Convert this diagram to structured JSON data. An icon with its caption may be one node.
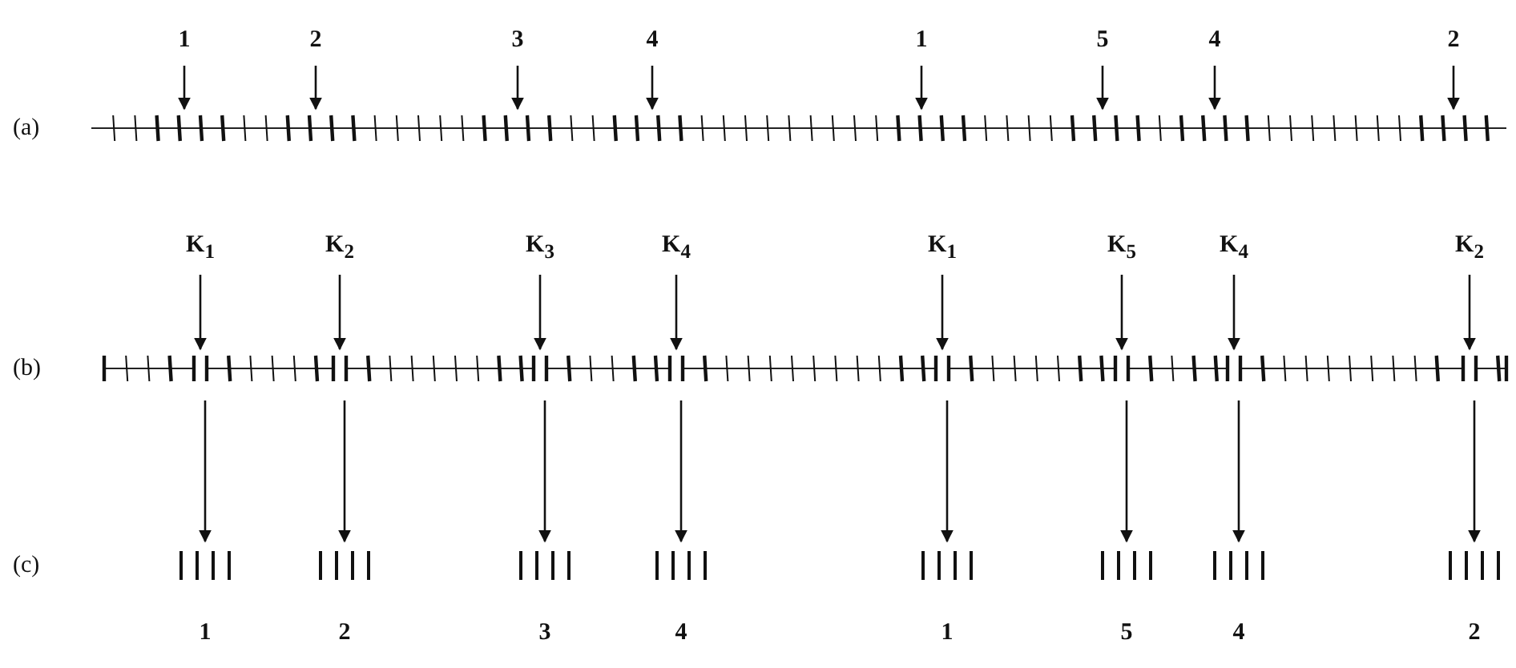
{
  "diagram": {
    "nodes": [
      {
        "text": [
          "1"
        ]
      },
      {
        "text": [
          "2"
        ]
      },
      {
        "text": [
          "3"
        ]
      },
      {
        "text": [
          "4"
        ]
      },
      {
        "text": [
          "1"
        ]
      },
      {
        "text": [
          "5"
        ]
      },
      {
        "text": [
          "4"
        ]
      },
      {
        "text": [
          "2"
        ]
      },
      {
        "text": [
          "K$_{1}$"
        ]
      },
      {
        "text": [
          "K$_{2}$"
        ]
      },
      {
        "text": [
          "K$_{3}$"
        ]
      },
      {
        "text": [
          "K$_{4}$"
        ]
      },
      {
        "text": [
          "K$_{1}$"
        ]
      },
      {
        "text": [
          "K$_{5}$"
        ]
      },
      {
        "text": [
          "K$_{4}$"
        ]
      },
      {
        "text": [
          "K$_{2}$"
        ]
      },
      {
        "text": [
          "1"
        ]
      },
      {
        "text": [
          "2"
        ]
      },
      {
        "text": [
          "3"
        ]
      },
      {
        "text": [
          "4"
        ]
      },
      {
        "text": [
          "1"
        ]
      },
      {
        "text": [
          "5"
        ]
      },
      {
        "text": [
          "4"
        ]
      },
      {
        "text": [
          "2"
        ]
      }
    ],
    "edges": [
      {
        "from": 0,
        "to": null,
        "arrow": "to"
      },
      {
        "from": 1,
        "to": null,
        "arrow": "to"
      },
      {
        "from": 2,
        "to": null,
        "arrow": "to"
      },
      {
        "from": 3,
        "to": null,
        "arrow": "to"
      },
      {
        "from": 4,
        "to": null,
        "arrow": "to"
      },
      {
        "from": 5,
        "to": null,
        "arrow": "to"
      },
      {
        "from": 6,
        "to": null,
        "arrow": "to"
      },
      {
        "from": 7,
        "to": null,
        "arrow": "to"
      },
      {
        "from": 8,
        "to": null,
        "arrow": "to"
      },
      {
        "from": 9,
        "to": null,
        "arrow": "to"
      },
      {
        "from": 10,
        "to": null,
        "arrow": "to"
      },
      {
        "from": 11,
        "to": null,
        "arrow": "to"
      },
      {
        "from": 12,
        "to": null,
        "arrow": "to"
      },
      {
        "from": 13,
        "to": null,
        "arrow": "to"
      },
      {
        "from": 14,
        "to": null,
        "arrow": "to"
      },
      {
        "from": 15,
        "to": null,
        "arrow": "to"
      },
      {
        "from": null,
        "to": 16,
        "arrow": "to"
      },
      {
        "from": null,
        "to": 17,
        "arrow": "to"
      },
      {
        "from": null,
        "to": 18,
        "arrow": "to"
      },
      {
        "from": null,
        "to": 19,
        "arrow": "to"
      },
      {
        "from": null,
        "to": 20,
        "arrow": "to"
      },
      {
        "from": null,
        "to": 21,
        "arrow": "to"
      },
      {
        "from": null,
        "to": 22,
        "arrow": "to"
      },
      {
        "from": null,
        "to": 23,
        "arrow": "to"
      }
    ],
    "labels": [
      "(a)",
      "(b)",
      "(c)"
    ]
  }
}
